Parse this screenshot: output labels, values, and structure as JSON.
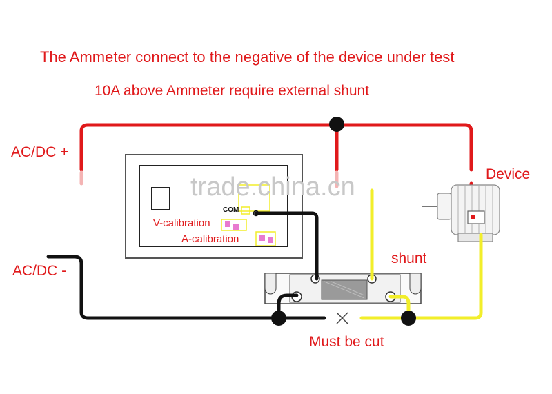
{
  "diagram": {
    "title": "The Ammeter connect to the negative of the device under test",
    "subtitle": "10A above Ammeter  require external shunt",
    "labels": {
      "ac_dc_plus": "AC/DC +",
      "ac_dc_minus": "AC/DC -",
      "device": "Device",
      "shunt": "shunt",
      "must_be_cut": "Must be cut",
      "v_calibration": "V-calibration",
      "a_calibration": "A-calibration",
      "com": "COM"
    },
    "watermark": "trade.china.cn",
    "colors": {
      "positive_wire": "#e0191b",
      "negative_wire": "#111111",
      "sense_wire": "#f2ee2a",
      "label_text": "#e0191b"
    }
  }
}
